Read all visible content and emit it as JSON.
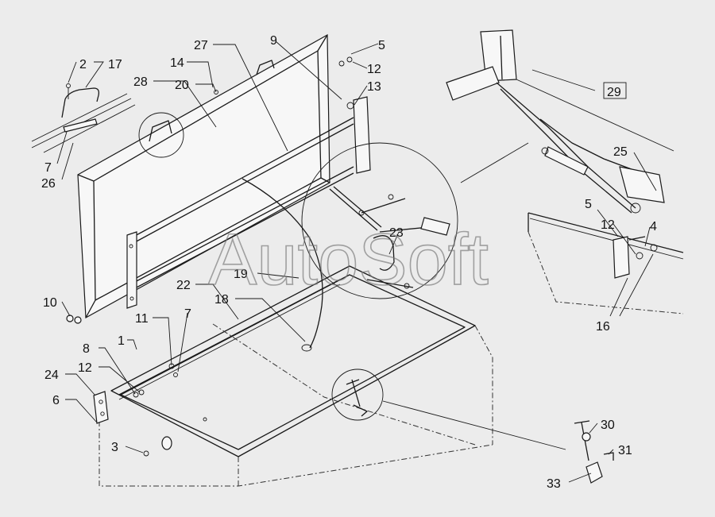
{
  "watermark": "AutoSoft",
  "callouts": [
    {
      "id": "c2",
      "text": "2"
    },
    {
      "id": "c17",
      "text": "17"
    },
    {
      "id": "c7a",
      "text": "7"
    },
    {
      "id": "c26",
      "text": "26"
    },
    {
      "id": "c28",
      "text": "28"
    },
    {
      "id": "c14",
      "text": "14"
    },
    {
      "id": "c20",
      "text": "20"
    },
    {
      "id": "c27",
      "text": "27"
    },
    {
      "id": "c9",
      "text": "9"
    },
    {
      "id": "c5a",
      "text": "5"
    },
    {
      "id": "c12a",
      "text": "12"
    },
    {
      "id": "c13",
      "text": "13"
    },
    {
      "id": "c29",
      "text": "29"
    },
    {
      "id": "c25",
      "text": "25"
    },
    {
      "id": "c5b",
      "text": "5"
    },
    {
      "id": "c12b",
      "text": "12"
    },
    {
      "id": "c4",
      "text": "4"
    },
    {
      "id": "c16",
      "text": "16"
    },
    {
      "id": "c23",
      "text": "23"
    },
    {
      "id": "c19",
      "text": "19"
    },
    {
      "id": "c22",
      "text": "22"
    },
    {
      "id": "c18",
      "text": "18"
    },
    {
      "id": "c10",
      "text": "10"
    },
    {
      "id": "c11",
      "text": "11"
    },
    {
      "id": "c7b",
      "text": "7"
    },
    {
      "id": "c1",
      "text": "1"
    },
    {
      "id": "c8",
      "text": "8"
    },
    {
      "id": "c12c",
      "text": "12"
    },
    {
      "id": "c24",
      "text": "24"
    },
    {
      "id": "c6",
      "text": "6"
    },
    {
      "id": "c3",
      "text": "3"
    },
    {
      "id": "c30",
      "text": "30"
    },
    {
      "id": "c31",
      "text": "31"
    },
    {
      "id": "c33",
      "text": "33"
    }
  ]
}
